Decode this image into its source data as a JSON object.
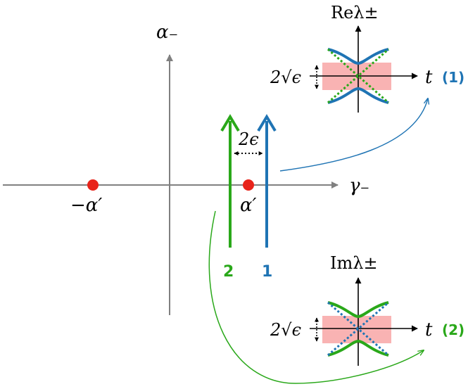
{
  "colors": {
    "axis": "#808080",
    "green": "#2aa81a",
    "blue": "#1f74b4",
    "red": "#e8231a",
    "pink": "#f9b3b3",
    "black": "#000000"
  },
  "main_axes": {
    "vertical_label": "α₋",
    "horizontal_label": "γ₋"
  },
  "points": [
    {
      "label": "−α′"
    },
    {
      "label": "α′"
    }
  ],
  "separation_label": "2ϵ",
  "paths": [
    {
      "id": "2",
      "label": "2",
      "color_key": "green"
    },
    {
      "id": "1",
      "label": "1",
      "color_key": "blue"
    }
  ],
  "insets": {
    "re": {
      "title": "Reλ±",
      "x_label": "t",
      "gap_label": "2√ϵ",
      "tag": "(1)"
    },
    "im": {
      "title": "Imλ±",
      "x_label": "t",
      "gap_label": "2√ϵ",
      "tag": "(2)"
    }
  },
  "icons": [
    "arrow-head-icon",
    "dotted-double-arrow-icon",
    "curved-arrow-icon"
  ]
}
